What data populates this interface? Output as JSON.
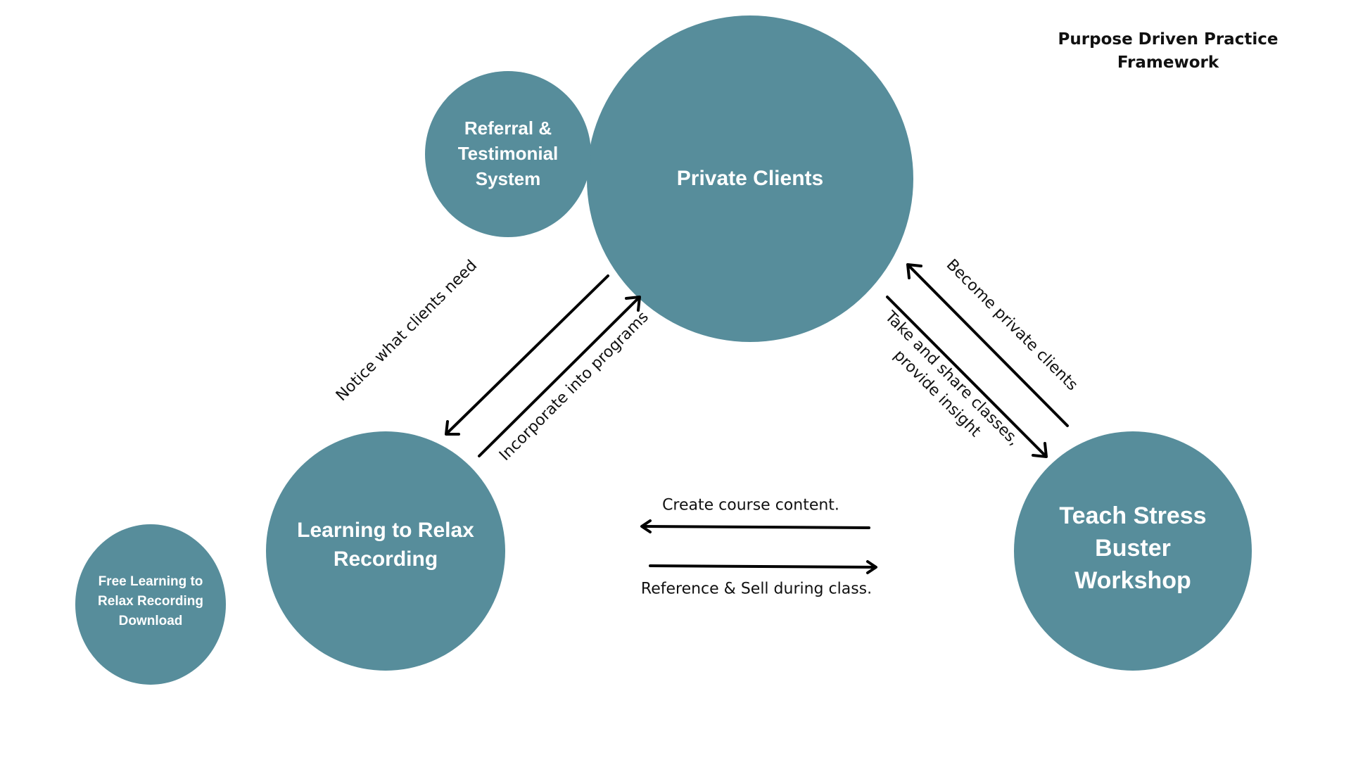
{
  "title": {
    "lines": [
      "Purpose Driven Practice",
      "Framework"
    ]
  },
  "colors": {
    "node_fill": "#578D9B",
    "node_text": "#FFFFFF",
    "arrow": "#000000",
    "label_text": "#111111",
    "background": "#FFFFFF"
  },
  "nodes": {
    "private_clients": {
      "lines": [
        "Private Clients"
      ]
    },
    "referral": {
      "lines": [
        "Referral &",
        "Testimonial",
        "System"
      ]
    },
    "learning": {
      "lines": [
        "Learning to Relax",
        "Recording"
      ]
    },
    "teach": {
      "lines": [
        "Teach Stress",
        "Buster",
        "Workshop"
      ]
    },
    "free": {
      "lines": [
        "Free Learning to",
        "Relax Recording",
        "Download"
      ]
    }
  },
  "edges": {
    "notice": {
      "from": "Private Clients",
      "to": "Learning to Relax Recording",
      "label_lines": [
        "Notice what clients need"
      ]
    },
    "incorporate": {
      "from": "Learning to Relax Recording",
      "to": "Private Clients",
      "label_lines": [
        "Incorporate into programs"
      ]
    },
    "become": {
      "from": "Teach Stress Buster Workshop",
      "to": "Private Clients",
      "label_lines": [
        "Become private clients"
      ]
    },
    "take": {
      "from": "Private Clients",
      "to": "Teach Stress Buster Workshop",
      "label_lines": [
        "Take and share classes,",
        "provide insight"
      ]
    },
    "create": {
      "from": "Teach Stress Buster Workshop",
      "to": "Learning to Relax Recording",
      "label_lines": [
        "Create course content."
      ]
    },
    "reference": {
      "from": "Learning to Relax Recording",
      "to": "Teach Stress Buster Workshop",
      "label_lines": [
        "Reference & Sell during class."
      ]
    }
  }
}
